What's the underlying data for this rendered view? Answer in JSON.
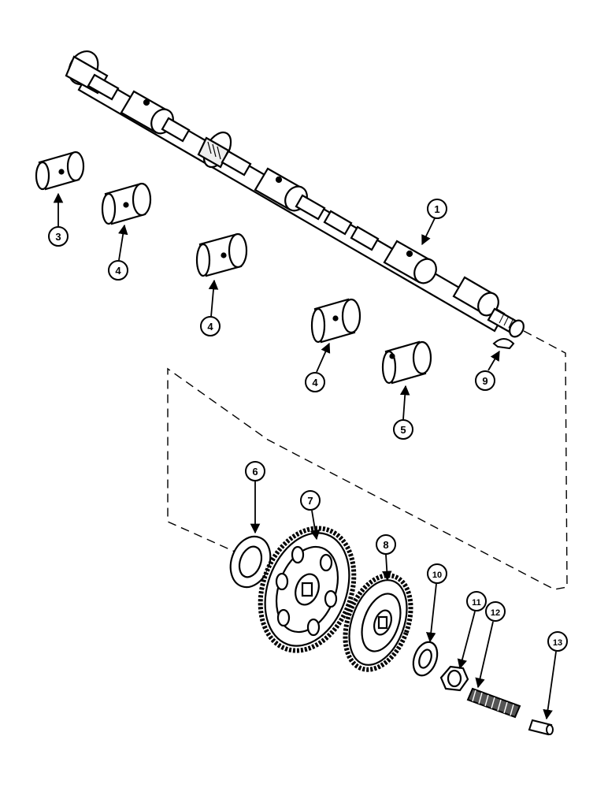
{
  "callouts": [
    {
      "id": "c1",
      "text": "1"
    },
    {
      "id": "c3",
      "text": "3"
    },
    {
      "id": "c4a",
      "text": "4"
    },
    {
      "id": "c4b",
      "text": "4"
    },
    {
      "id": "c4c",
      "text": "4"
    },
    {
      "id": "c5",
      "text": "5"
    },
    {
      "id": "c6",
      "text": "6"
    },
    {
      "id": "c7",
      "text": "7"
    },
    {
      "id": "c8",
      "text": "8"
    },
    {
      "id": "c9",
      "text": "9"
    },
    {
      "id": "c10",
      "text": "10"
    },
    {
      "id": "c11",
      "text": "11"
    },
    {
      "id": "c12",
      "text": "12"
    },
    {
      "id": "c13",
      "text": "13"
    }
  ]
}
